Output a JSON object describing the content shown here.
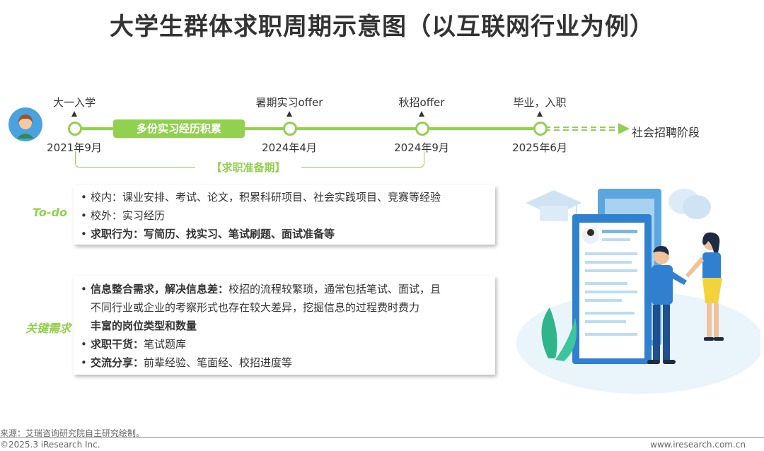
{
  "title": "大学生群体求职周期示意图（以互联网行业为例）",
  "timeline": {
    "nodes": [
      {
        "top_label": "大一入学",
        "bottom_label": "2021年9月"
      },
      {
        "top_label": "暑期实习offer",
        "bottom_label": "2024年4月"
      },
      {
        "top_label": "秋招offer",
        "bottom_label": "2024年9月"
      },
      {
        "top_label": "毕业，入职",
        "bottom_label": "2025年6月"
      }
    ],
    "pill_label": "多份实习经历积累",
    "after_label": "社会招聘阶段",
    "bracket_label": "【求职准备期】"
  },
  "todo": {
    "label": "To-do",
    "items": [
      {
        "head": "校内：",
        "text": "课业安排、考试、论文，积累科研项目、社会实践项目、竞赛等经验"
      },
      {
        "head": "校外：",
        "text": "实习经历"
      },
      {
        "head": "求职行为：写简历、找实习、笔试刷题、面试准备等",
        "text": ""
      }
    ]
  },
  "needs": {
    "label": "关键需求",
    "items": [
      {
        "head": "信息整合需求，解决信息差：",
        "text": "校招的流程较繁琐，通常包括笔试、面试，且"
      },
      {
        "head": "",
        "text": "不同行业或企业的考察形式也存在较大差异，挖掘信息的过程费时费力"
      },
      {
        "head": "丰富的岗位类型和数量",
        "text": ""
      },
      {
        "head": "求职干货：",
        "text": "笔试题库"
      },
      {
        "head": "交流分享：",
        "text": "前辈经验、笔面经、校招进度等"
      }
    ]
  },
  "footer": {
    "source": "来源：艾瑞咨询研究院自主研究绘制。",
    "copyright": "©2025.3 iResearch Inc.",
    "site": "www.iresearch.com.cn"
  },
  "colors": {
    "accent": "#92d050",
    "text": "#333333"
  },
  "icons": {
    "avatar": "student-avatar-icon",
    "illustration": "job-interview-handshake-illustration"
  }
}
